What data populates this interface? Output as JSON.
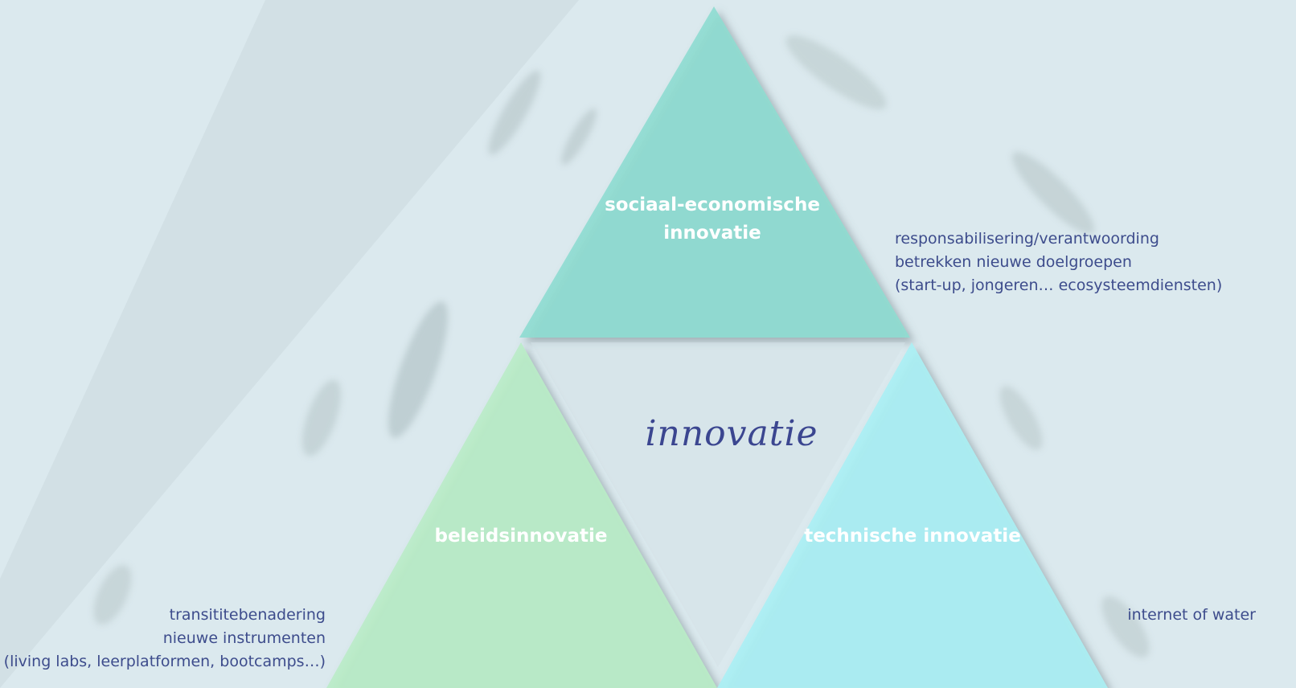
{
  "diagram": {
    "center_label": "innovatie",
    "top_triangle": {
      "label_line1": "sociaal-economische",
      "label_line2": "innovatie",
      "color": "#8edbd0"
    },
    "left_triangle": {
      "label": "beleidsinnovatie",
      "color": "#b9ecc6"
    },
    "right_triangle": {
      "label": "technische innovatie",
      "color": "#aaf0f4"
    }
  },
  "notes": {
    "top_right": {
      "line1": "responsabilisering/verantwoording",
      "line2": "betrekken nieuwe doelgroepen",
      "line3": "(start-up, jongeren… ecosysteemdiensten)"
    },
    "bottom_left": {
      "line1": "transititebenadering",
      "line2": "nieuwe instrumenten",
      "line3": "(living labs, leerplatformen, bootcamps…)"
    },
    "bottom_right": {
      "line1": "internet of water"
    }
  },
  "colors": {
    "background": "#dbe9ee",
    "note_text": "#3d4c8c",
    "center_text": "#3b4690"
  }
}
